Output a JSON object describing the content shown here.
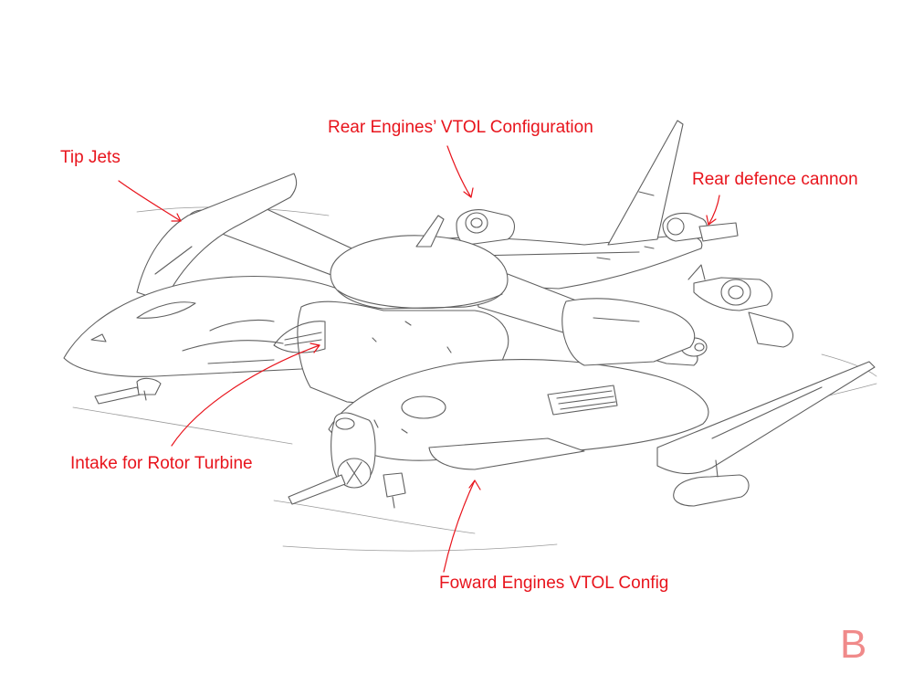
{
  "colors": {
    "annotation": "#e8141c",
    "plate_letter": "#f08a8a",
    "sketch_line": "#606060"
  },
  "annotations": {
    "rear_engines_vtol": "Rear Engines’ VTOL Configuration",
    "tip_jets": "Tip Jets",
    "rear_defence_cannon": "Rear defence cannon",
    "intake_rotor_turbine": "Intake for Rotor Turbine",
    "forward_engines_vtol": "Foward Engines VTOL Config"
  },
  "plate_letter": "B"
}
